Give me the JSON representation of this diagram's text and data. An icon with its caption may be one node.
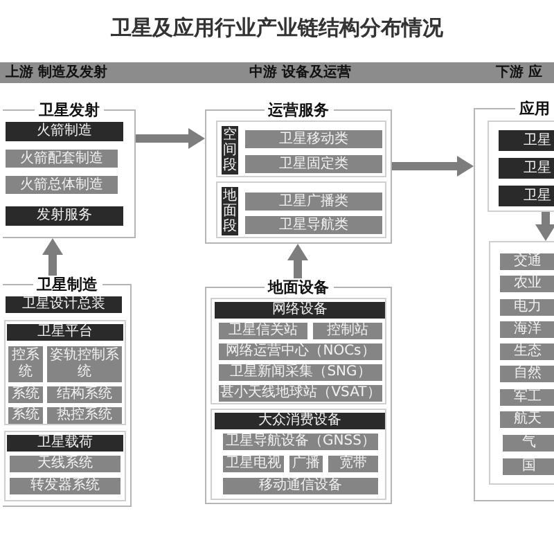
{
  "diagram": {
    "title": "卫星及应用行业产业链结构分布情况",
    "nodes": [
      {
        "text": [
          "上游 制造及发射",
          "中游 设备及运营",
          "下游 应"
        ]
      },
      {
        "text": [
          "卫星发射"
        ]
      },
      {
        "text": [
          "火箭制造"
        ],
        "in": 1
      },
      {
        "text": [
          "火箭配套制造"
        ],
        "in": 1
      },
      {
        "text": [
          "火箭总体制造"
        ],
        "in": 1
      },
      {
        "text": [
          "发射服务"
        ],
        "in": 1
      },
      {
        "text": [
          "运营服务"
        ]
      },
      {
        "text": [],
        "shape": "box",
        "in": 6
      },
      {
        "text": [
          "空间段"
        ],
        "in": 7
      },
      {
        "text": [
          "卫星移动类"
        ],
        "in": 7
      },
      {
        "text": [
          "卫星固定类"
        ],
        "in": 7
      },
      {
        "text": [],
        "shape": "box",
        "in": 6
      },
      {
        "text": [
          "地面段"
        ],
        "in": 11
      },
      {
        "text": [
          "卫星广播类"
        ],
        "in": 11
      },
      {
        "text": [
          "卫星导航类"
        ],
        "in": 11
      },
      {
        "text": [
          "应用"
        ]
      },
      {
        "text": [],
        "shape": "box",
        "in": 15
      },
      {
        "text": [
          "卫星"
        ],
        "in": 16
      },
      {
        "text": [
          "卫星"
        ],
        "in": 16
      },
      {
        "text": [
          "卫星"
        ],
        "in": 16
      },
      {
        "text": [],
        "shape": "box",
        "in": 15
      },
      {
        "text": [
          "交通"
        ],
        "in": 20
      },
      {
        "text": [
          "农业"
        ],
        "in": 20
      },
      {
        "text": [
          "电力"
        ],
        "in": 20
      },
      {
        "text": [
          "海洋"
        ],
        "in": 20
      },
      {
        "text": [
          "生态"
        ],
        "in": 20
      },
      {
        "text": [
          "自然"
        ],
        "in": 20
      },
      {
        "text": [
          "军工"
        ],
        "in": 20
      },
      {
        "text": [
          "航天"
        ],
        "in": 20
      },
      {
        "text": [
          "气"
        ],
        "in": 20
      },
      {
        "text": [
          "国"
        ],
        "in": 20
      },
      {
        "text": [
          "卫星制造"
        ]
      },
      {
        "text": [
          "卫星设计总装"
        ],
        "in": 31
      },
      {
        "text": [],
        "shape": "box",
        "in": 31
      },
      {
        "text": [
          "卫星平台"
        ],
        "in": 33
      },
      {
        "text": [
          "控系统"
        ],
        "in": 33
      },
      {
        "text": [
          "姿轨控制系统"
        ],
        "in": 33
      },
      {
        "text": [
          "系统"
        ],
        "in": 33
      },
      {
        "text": [
          "结构系统"
        ],
        "in": 33
      },
      {
        "text": [
          "系统"
        ],
        "in": 33
      },
      {
        "text": [
          "热控系统"
        ],
        "in": 33
      },
      {
        "text": [],
        "shape": "box",
        "in": 31
      },
      {
        "text": [
          "卫星载荷"
        ],
        "in": 41
      },
      {
        "text": [
          "天线系统"
        ],
        "in": 41
      },
      {
        "text": [
          "转发器系统"
        ],
        "in": 41
      },
      {
        "text": [
          "地面设备"
        ]
      },
      {
        "text": [],
        "shape": "box",
        "in": 45
      },
      {
        "text": [
          "网络设备"
        ],
        "in": 46
      },
      {
        "text": [
          "卫星信关站"
        ],
        "in": 46
      },
      {
        "text": [
          "控制站"
        ],
        "in": 46
      },
      {
        "text": [
          "网络运营中心（NOCs）"
        ],
        "in": 46
      },
      {
        "text": [
          "卫星新闻采集（SNG）"
        ],
        "in": 46
      },
      {
        "text": [
          "甚小天线地球站（VSAT）"
        ],
        "in": 46
      },
      {
        "text": [],
        "shape": "box",
        "in": 45
      },
      {
        "text": [
          "大众消费设备"
        ],
        "in": 53
      },
      {
        "text": [
          "卫星导航设备（GNSS）"
        ],
        "in": 53
      },
      {
        "text": [
          "卫星电视"
        ],
        "in": 53
      },
      {
        "text": [
          "广播"
        ],
        "in": 53
      },
      {
        "text": [
          "宽带"
        ],
        "in": 53
      },
      {
        "text": [
          "移动通信设备"
        ],
        "in": 53
      }
    ],
    "edges": [
      {
        "from": 31,
        "to": 1,
        "arrow": "to"
      },
      {
        "from": 1,
        "to": 6,
        "arrow": "to"
      },
      {
        "from": 45,
        "to": 6,
        "arrow": "to"
      },
      {
        "from": 6,
        "to": 15,
        "arrow": "to"
      },
      {
        "from": 16,
        "to": 20,
        "arrow": "to"
      }
    ]
  }
}
